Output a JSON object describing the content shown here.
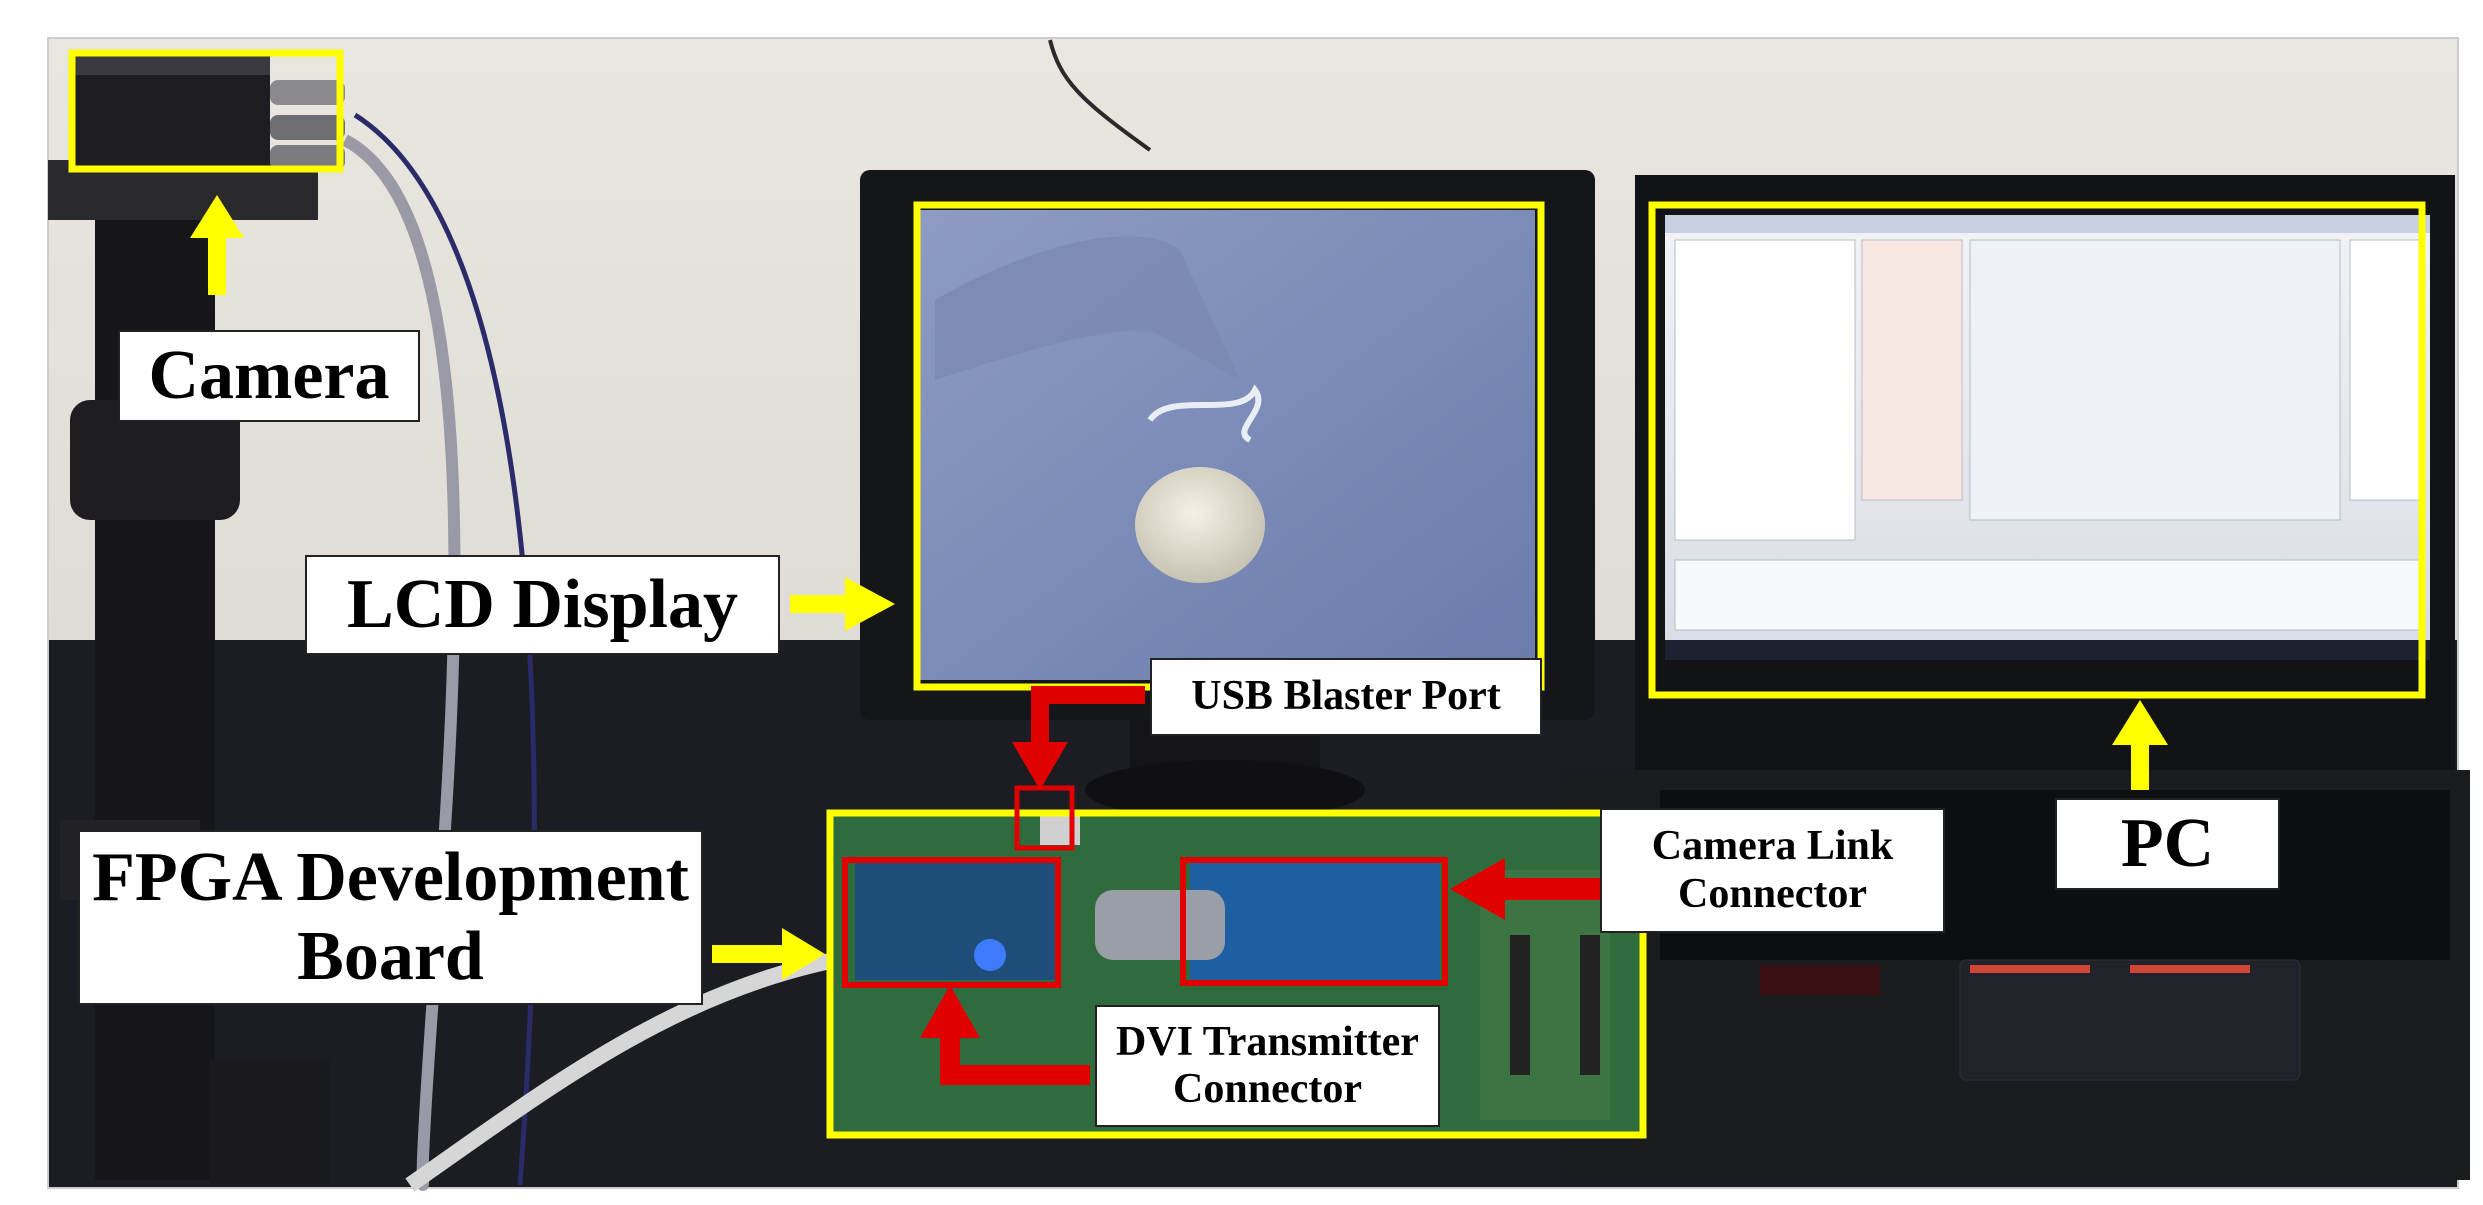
{
  "labels": {
    "camera": "Camera",
    "lcd_display": "LCD Display",
    "usb_blaster_port": "USB Blaster Port",
    "fpga_board": [
      "FPGA Development",
      "Board"
    ],
    "camera_link_connector": [
      "Camera Link",
      "Connector"
    ],
    "dvi_transmitter_connector": [
      "DVI Transmitter",
      "Connector"
    ],
    "pc": "PC"
  },
  "colors": {
    "highlight_box": "#ffff00",
    "connector_box": "#e00000",
    "arrow_yellow": "#ffff00",
    "arrow_red": "#e00000",
    "label_background": "#ffffff"
  },
  "icons": [
    "camera-device",
    "lcd-monitor",
    "laptop-pc",
    "fpga-board"
  ]
}
